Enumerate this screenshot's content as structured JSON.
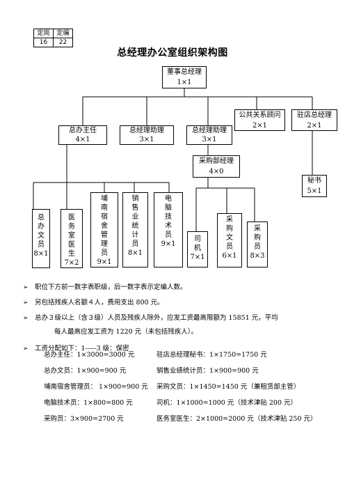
{
  "quota": {
    "headers": [
      "定岗",
      "定编"
    ],
    "values": [
      "16",
      "22"
    ]
  },
  "title": "总经理办公室组织架构图",
  "org": {
    "chairman": {
      "name": "董事总经理",
      "count": "1×1"
    },
    "pr_advisor": {
      "name": "公共关系顾问",
      "count": "2×1"
    },
    "store_gm": {
      "name": "驻店总经理",
      "count": "2×1"
    },
    "office_head": {
      "name": "总办主任",
      "count": "4×1"
    },
    "gm_assistant_1": {
      "name": "总经理助理",
      "count": "3×1"
    },
    "gm_assistant_2": {
      "name": "总经理助理",
      "count": "3×1"
    },
    "purchasing_manager": {
      "name": "采购部经理",
      "count": "4×0"
    },
    "secretary": {
      "name": "秘书",
      "count": "5×1"
    },
    "office_clerk": {
      "name": "总办文员",
      "count": "8×1"
    },
    "clinic_doctor": {
      "name": "医务室医生",
      "count": "7×2"
    },
    "dorm_manager": {
      "name": "埔南宿舍管理员",
      "count": "9×1"
    },
    "sales_statistician": {
      "name": "销售业统计员",
      "count": "8×1"
    },
    "it_technician": {
      "name": "电脑技术员",
      "count": "9×1"
    },
    "driver": {
      "name": "司机",
      "count": "7×1"
    },
    "purchasing_clerk": {
      "name": "采购文员",
      "count": "6×1"
    },
    "purchaser": {
      "name": "采购员",
      "count": "8×3"
    }
  },
  "notes": {
    "n1": "职位下方前一数字表职级，后一数字表示定编人数。",
    "n2": "另包括残疾人名额４人，费用支出 800 元。",
    "n3a": "总办３级以上（含３级）人员及残疾人除外，应发工资最高限额为 15851 元，平均",
    "n3b": "每人最高应发工资为 1220 元（未包括残疾人）。",
    "n4": "工资分配如下：1-----3 级：保密",
    "arrow": "➢"
  },
  "pay": {
    "left": [
      "总办主任：1×3000=3000 元",
      "总办文员：1×900=900 元",
      "埔南宿舍管理员：  1×900=900 元",
      "电脑技术员：1×800=800 元",
      "采购员：3×900=2700 元"
    ],
    "right": [
      "驻店总经理秘书：1×1750=1750 元",
      "销售业绩统计员：1×900=900 元",
      "采购文员：1×1450=1450 元（兼租赁部主管）",
      "司机：1×1000=1000 元（技术津贴 200 元）",
      "医务室医生：2×1000=2000 元（技术津贴 250 元）"
    ]
  }
}
